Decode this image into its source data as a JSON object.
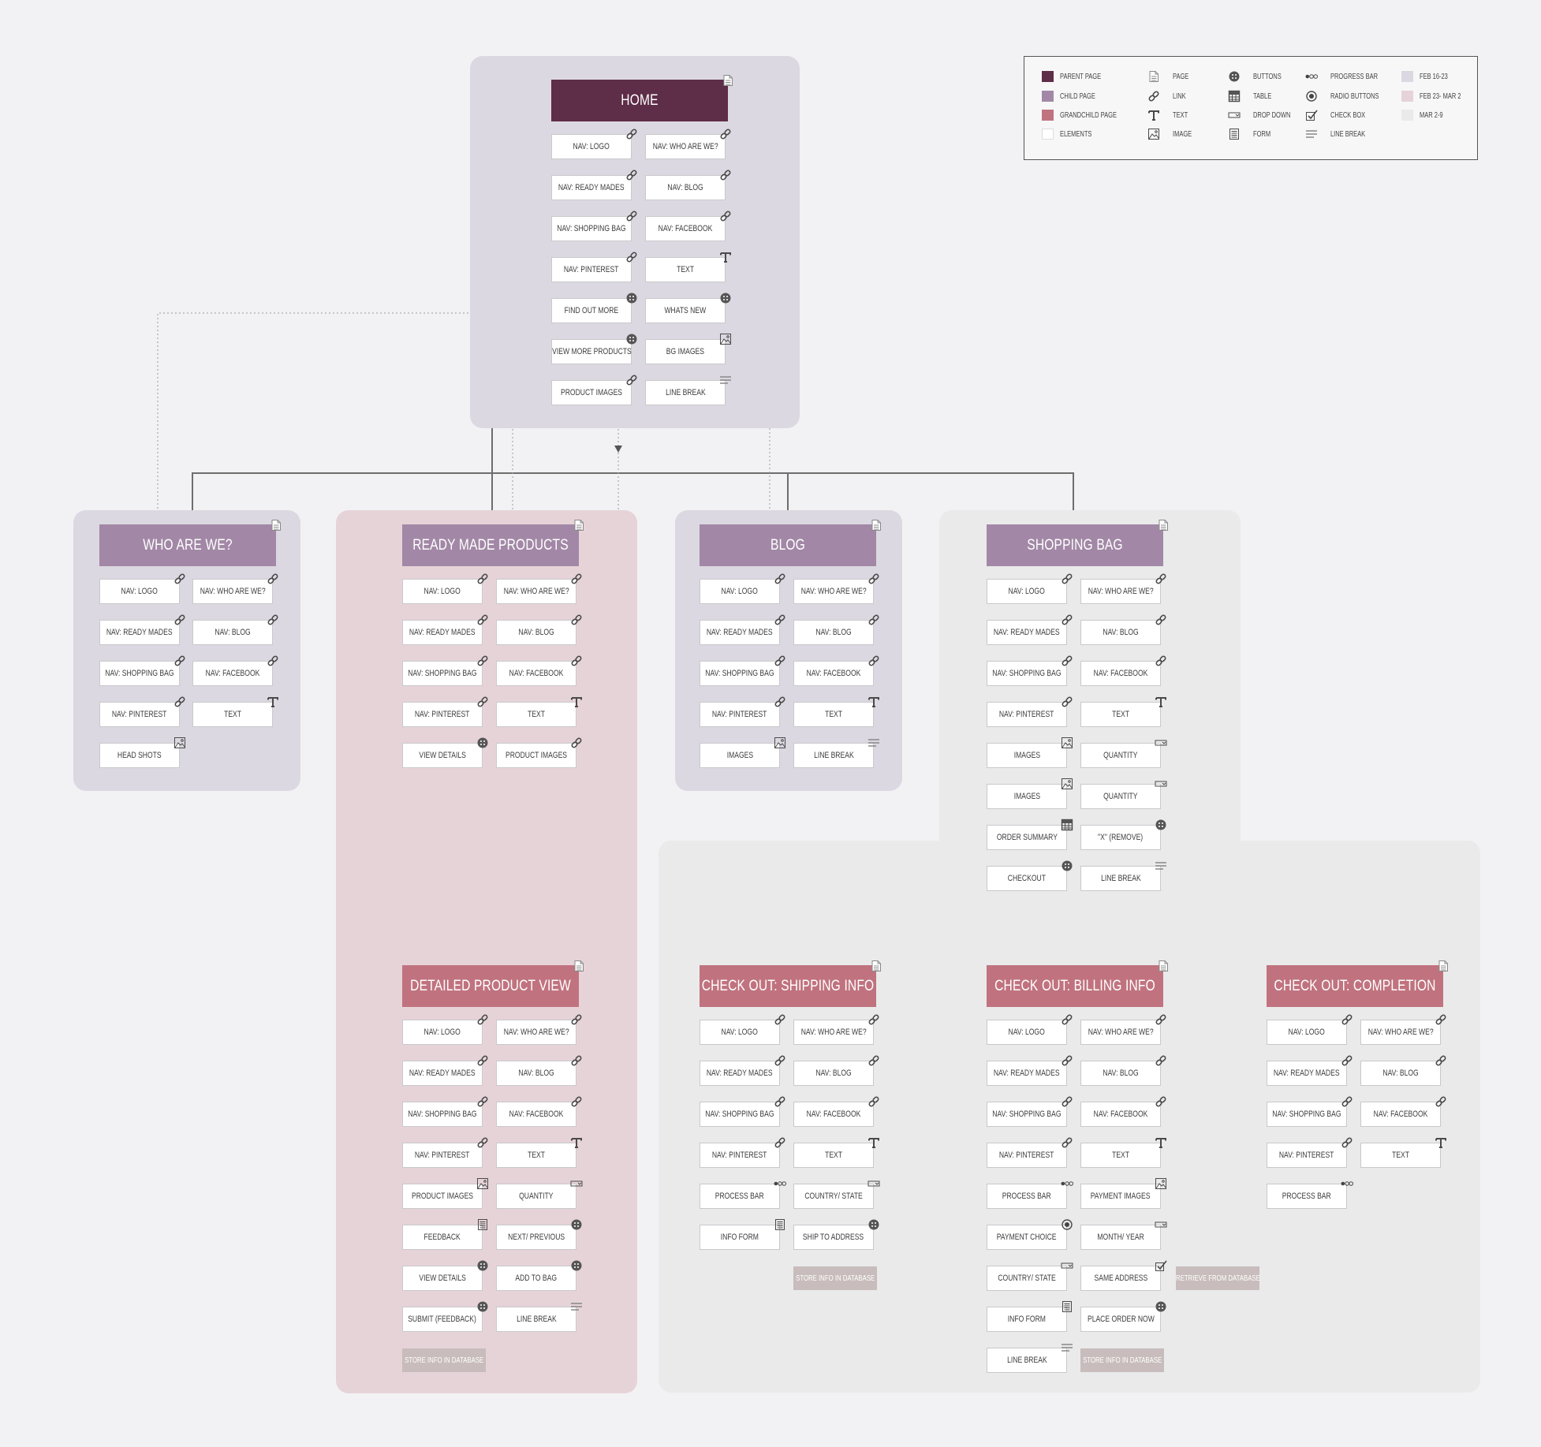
{
  "colors": {
    "parent": "#5e2d48",
    "child": "#a288a6",
    "grandchild": "#c0737f",
    "feb16": "#dcd8e1",
    "feb23": "#e6d3d8",
    "mar2": "#eaeaeb"
  },
  "legend": {
    "parent_page": "PARENT PAGE",
    "child_page": "CHILD PAGE",
    "grandchild_page": "GRANDCHILD PAGE",
    "elements": "ELEMENTS",
    "page": "PAGE",
    "link": "LINK",
    "text": "TEXT",
    "image": "IMAGE",
    "buttons": "BUTTONS",
    "table": "TABLE",
    "drop_down": "DROP DOWN",
    "form": "FORM",
    "progress_bar": "PROGRESS BAR",
    "radio_buttons": "RADIO BUTTONS",
    "check_box": "CHECK BOX",
    "line_break": "LINE BREAK",
    "feb16": "FEB 16-23",
    "feb23": "FEB 23- MAR 2",
    "mar2": "MAR 2-9"
  },
  "pages": {
    "home": {
      "title": "HOME",
      "elements": [
        {
          "label": "NAV: LOGO",
          "icon": "link"
        },
        {
          "label": "NAV: WHO ARE WE?",
          "icon": "link"
        },
        {
          "label": "NAV: READY MADES",
          "icon": "link"
        },
        {
          "label": "NAV: BLOG",
          "icon": "link"
        },
        {
          "label": "NAV: SHOPPING BAG",
          "icon": "link"
        },
        {
          "label": "NAV: FACEBOOK",
          "icon": "link"
        },
        {
          "label": "NAV: PINTEREST",
          "icon": "link"
        },
        {
          "label": "TEXT",
          "icon": "text"
        },
        {
          "label": "FIND OUT MORE",
          "icon": "button"
        },
        {
          "label": "WHATS NEW",
          "icon": "button"
        },
        {
          "label": "VIEW MORE PRODUCTS",
          "icon": "button"
        },
        {
          "label": "BG IMAGES",
          "icon": "image"
        },
        {
          "label": "PRODUCT IMAGES",
          "icon": "link"
        },
        {
          "label": "LINE BREAK",
          "icon": "linebreak"
        }
      ]
    },
    "who": {
      "title": "WHO ARE WE?",
      "elements": [
        {
          "label": "NAV: LOGO",
          "icon": "link"
        },
        {
          "label": "NAV: WHO ARE WE?",
          "icon": "link"
        },
        {
          "label": "NAV: READY MADES",
          "icon": "link"
        },
        {
          "label": "NAV: BLOG",
          "icon": "link"
        },
        {
          "label": "NAV: SHOPPING BAG",
          "icon": "link"
        },
        {
          "label": "NAV: FACEBOOK",
          "icon": "link"
        },
        {
          "label": "NAV: PINTEREST",
          "icon": "link"
        },
        {
          "label": "TEXT",
          "icon": "text"
        },
        {
          "label": "HEAD SHOTS",
          "icon": "image"
        }
      ]
    },
    "ready": {
      "title": "READY MADE PRODUCTS",
      "elements": [
        {
          "label": "NAV: LOGO",
          "icon": "link"
        },
        {
          "label": "NAV: WHO ARE WE?",
          "icon": "link"
        },
        {
          "label": "NAV: READY MADES",
          "icon": "link"
        },
        {
          "label": "NAV: BLOG",
          "icon": "link"
        },
        {
          "label": "NAV: SHOPPING BAG",
          "icon": "link"
        },
        {
          "label": "NAV: FACEBOOK",
          "icon": "link"
        },
        {
          "label": "NAV: PINTEREST",
          "icon": "link"
        },
        {
          "label": "TEXT",
          "icon": "text"
        },
        {
          "label": "VIEW DETAILS",
          "icon": "button"
        },
        {
          "label": "PRODUCT IMAGES",
          "icon": "link"
        }
      ]
    },
    "blog": {
      "title": "BLOG",
      "elements": [
        {
          "label": "NAV: LOGO",
          "icon": "link"
        },
        {
          "label": "NAV: WHO ARE WE?",
          "icon": "link"
        },
        {
          "label": "NAV: READY MADES",
          "icon": "link"
        },
        {
          "label": "NAV: BLOG",
          "icon": "link"
        },
        {
          "label": "NAV: SHOPPING BAG",
          "icon": "link"
        },
        {
          "label": "NAV: FACEBOOK",
          "icon": "link"
        },
        {
          "label": "NAV: PINTEREST",
          "icon": "link"
        },
        {
          "label": "TEXT",
          "icon": "text"
        },
        {
          "label": "IMAGES",
          "icon": "image"
        },
        {
          "label": "LINE BREAK",
          "icon": "linebreak"
        }
      ]
    },
    "bag": {
      "title": "SHOPPING BAG",
      "elements": [
        {
          "label": "NAV: LOGO",
          "icon": "link"
        },
        {
          "label": "NAV: WHO ARE WE?",
          "icon": "link"
        },
        {
          "label": "NAV: READY MADES",
          "icon": "link"
        },
        {
          "label": "NAV: BLOG",
          "icon": "link"
        },
        {
          "label": "NAV: SHOPPING BAG",
          "icon": "link"
        },
        {
          "label": "NAV: FACEBOOK",
          "icon": "link"
        },
        {
          "label": "NAV: PINTEREST",
          "icon": "link"
        },
        {
          "label": "TEXT",
          "icon": "text"
        },
        {
          "label": "IMAGES",
          "icon": "image"
        },
        {
          "label": "QUANTITY",
          "icon": "dropdown"
        },
        {
          "label": "IMAGES",
          "icon": "image"
        },
        {
          "label": "QUANTITY",
          "icon": "dropdown"
        },
        {
          "label": "ORDER SUMMARY",
          "icon": "table"
        },
        {
          "label": "\"X\" (REMOVE)",
          "icon": "button"
        },
        {
          "label": "CHECKOUT",
          "icon": "button"
        },
        {
          "label": "LINE BREAK",
          "icon": "linebreak"
        }
      ]
    },
    "detail": {
      "title": "DETAILED PRODUCT VIEW",
      "elements": [
        {
          "label": "NAV: LOGO",
          "icon": "link"
        },
        {
          "label": "NAV: WHO ARE WE?",
          "icon": "link"
        },
        {
          "label": "NAV: READY MADES",
          "icon": "link"
        },
        {
          "label": "NAV: BLOG",
          "icon": "link"
        },
        {
          "label": "NAV: SHOPPING BAG",
          "icon": "link"
        },
        {
          "label": "NAV: FACEBOOK",
          "icon": "link"
        },
        {
          "label": "NAV: PINTEREST",
          "icon": "link"
        },
        {
          "label": "TEXT",
          "icon": "text"
        },
        {
          "label": "PRODUCT IMAGES",
          "icon": "image"
        },
        {
          "label": "QUANTITY",
          "icon": "dropdown"
        },
        {
          "label": "FEEDBACK",
          "icon": "form"
        },
        {
          "label": "NEXT/ PREVIOUS",
          "icon": "button"
        },
        {
          "label": "VIEW DETAILS",
          "icon": "button"
        },
        {
          "label": "ADD TO BAG",
          "icon": "button"
        },
        {
          "label": "SUBMIT (FEEDBACK)",
          "icon": "button"
        },
        {
          "label": "LINE BREAK",
          "icon": "linebreak"
        }
      ],
      "db": "STORE INFO IN DATABASE"
    },
    "ship": {
      "title": "CHECK OUT: SHIPPING INFO",
      "elements": [
        {
          "label": "NAV: LOGO",
          "icon": "link"
        },
        {
          "label": "NAV: WHO ARE WE?",
          "icon": "link"
        },
        {
          "label": "NAV: READY MADES",
          "icon": "link"
        },
        {
          "label": "NAV: BLOG",
          "icon": "link"
        },
        {
          "label": "NAV: SHOPPING BAG",
          "icon": "link"
        },
        {
          "label": "NAV: FACEBOOK",
          "icon": "link"
        },
        {
          "label": "NAV: PINTEREST",
          "icon": "link"
        },
        {
          "label": "TEXT",
          "icon": "text"
        },
        {
          "label": "PROCESS BAR",
          "icon": "progress"
        },
        {
          "label": "COUNTRY/ STATE",
          "icon": "dropdown"
        },
        {
          "label": "INFO FORM",
          "icon": "form"
        },
        {
          "label": "SHIP TO ADDRESS",
          "icon": "button"
        }
      ],
      "db": "STORE INFO IN DATABASE"
    },
    "billing": {
      "title": "CHECK OUT: BILLING INFO",
      "elements": [
        {
          "label": "NAV: LOGO",
          "icon": "link"
        },
        {
          "label": "NAV: WHO ARE WE?",
          "icon": "link"
        },
        {
          "label": "NAV: READY MADES",
          "icon": "link"
        },
        {
          "label": "NAV: BLOG",
          "icon": "link"
        },
        {
          "label": "NAV: SHOPPING BAG",
          "icon": "link"
        },
        {
          "label": "NAV: FACEBOOK",
          "icon": "link"
        },
        {
          "label": "NAV: PINTEREST",
          "icon": "link"
        },
        {
          "label": "TEXT",
          "icon": "text"
        },
        {
          "label": "PROCESS BAR",
          "icon": "progress"
        },
        {
          "label": "PAYMENT IMAGES",
          "icon": "image"
        },
        {
          "label": "PAYMENT CHOICE",
          "icon": "radio"
        },
        {
          "label": "MONTH/ YEAR",
          "icon": "dropdown"
        },
        {
          "label": "COUNTRY/ STATE",
          "icon": "dropdown"
        },
        {
          "label": "SAME ADDRESS",
          "icon": "checkbox"
        },
        {
          "label": "INFO FORM",
          "icon": "form"
        },
        {
          "label": "PLACE ORDER NOW",
          "icon": "button"
        },
        {
          "label": "LINE BREAK",
          "icon": "linebreak"
        }
      ],
      "db": "STORE INFO IN DATABASE",
      "db2": "RETRIEVE FROM DATABASE"
    },
    "complete": {
      "title": "CHECK OUT: COMPLETION",
      "elements": [
        {
          "label": "NAV: LOGO",
          "icon": "link"
        },
        {
          "label": "NAV: WHO ARE WE?",
          "icon": "link"
        },
        {
          "label": "NAV: READY MADES",
          "icon": "link"
        },
        {
          "label": "NAV: BLOG",
          "icon": "link"
        },
        {
          "label": "NAV: SHOPPING BAG",
          "icon": "link"
        },
        {
          "label": "NAV: FACEBOOK",
          "icon": "link"
        },
        {
          "label": "NAV: PINTEREST",
          "icon": "link"
        },
        {
          "label": "TEXT",
          "icon": "text"
        },
        {
          "label": "PROCESS BAR",
          "icon": "progress"
        }
      ]
    }
  }
}
